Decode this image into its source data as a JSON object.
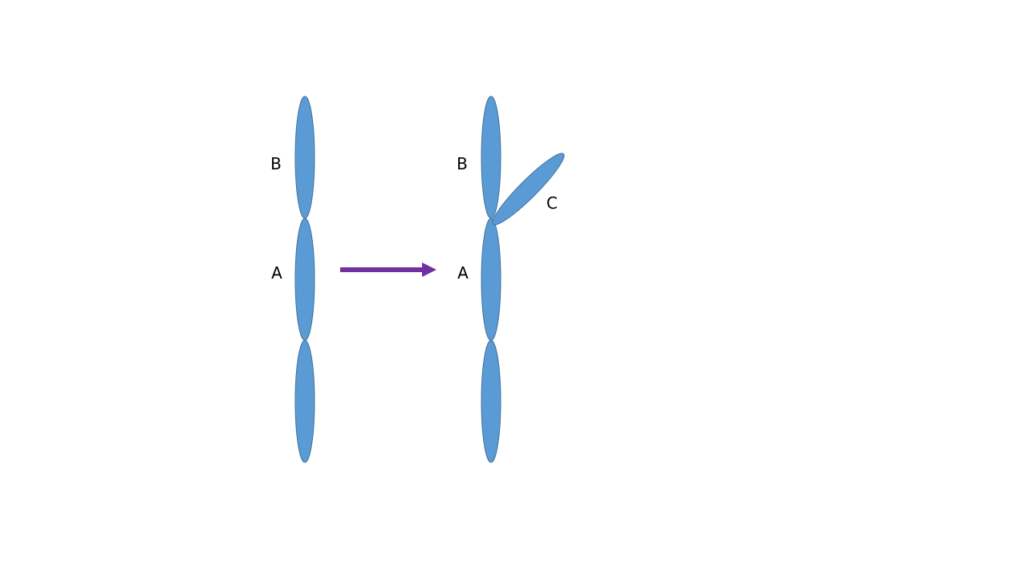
{
  "colors": {
    "segment_fill": "#5b9bd5",
    "segment_stroke": "#41719c",
    "arrow": "#7030a0",
    "label_text": "#000000",
    "background": "#ffffff"
  },
  "before": {
    "label_b": "B",
    "label_a": "A"
  },
  "after": {
    "label_b": "B",
    "label_a": "A",
    "label_c": "C"
  }
}
